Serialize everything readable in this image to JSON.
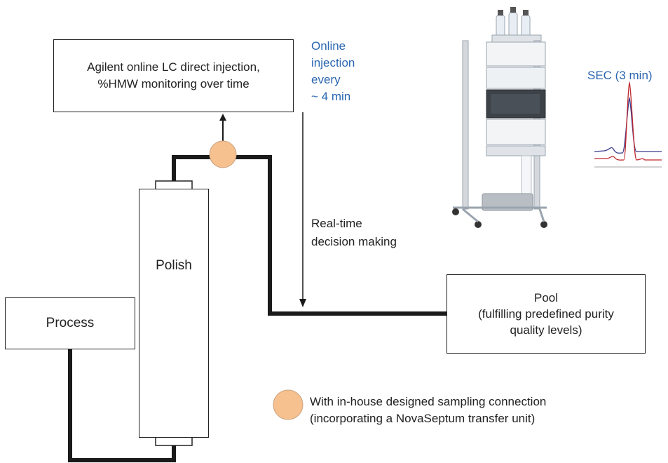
{
  "boxes": {
    "online_lc": {
      "line1": "Agilent online LC direct injection,",
      "line2": "%HMW monitoring over time"
    },
    "process": {
      "label": "Process"
    },
    "polish": {
      "label": "Polish"
    },
    "pool": {
      "line1": "Pool",
      "line2": "(fulfilling predefined purity",
      "line3": "quality levels)"
    }
  },
  "annotations": {
    "injection": {
      "line1": "Online",
      "line2": "injection",
      "line3": "every",
      "line4": "~ 4 min"
    },
    "decision": {
      "line1": "Real-time",
      "line2": "decision making"
    },
    "sec": {
      "label": "SEC (3 min)"
    }
  },
  "legend": {
    "line1": "With in-house designed sampling connection",
    "line2": "(incorporating a NovaSeptum transfer unit)"
  },
  "colors": {
    "accent_text": "#2a66b0",
    "sampling_circle": "#f7c08f",
    "line": "#1a1a1a",
    "chromatogram_red": "#c0282d",
    "chromatogram_blue": "#3a3a8c"
  }
}
